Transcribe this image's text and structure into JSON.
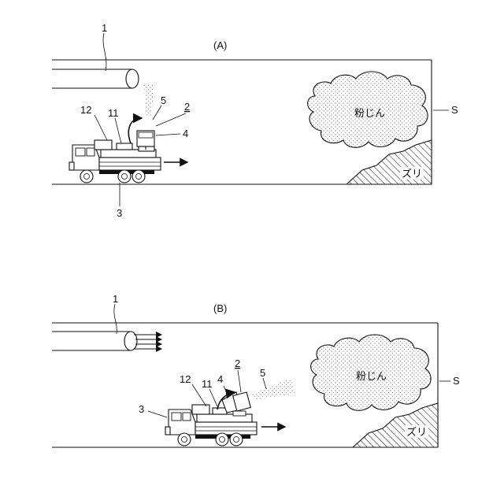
{
  "panels": [
    {
      "caption": "(A)",
      "labels": {
        "pipe": "1",
        "device": "2",
        "truck": "3",
        "nozzle": "4",
        "spray": "5",
        "arm": "11",
        "tank": "12",
        "tunnel": "S",
        "dust": "粉じん",
        "muck": "ズリ"
      }
    },
    {
      "caption": "(B)",
      "labels": {
        "pipe": "1",
        "device": "2",
        "truck": "3",
        "nozzle": "4",
        "spray": "5",
        "arm": "11",
        "tank": "12",
        "tunnel": "S",
        "dust": "粉じん",
        "muck": "ズリ"
      }
    }
  ]
}
